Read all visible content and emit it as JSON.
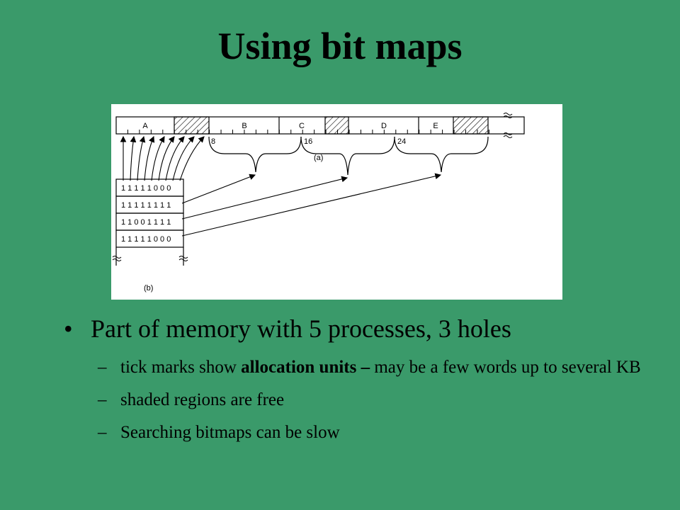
{
  "title": "Using bit maps",
  "figure": {
    "segments": [
      {
        "label": "A",
        "free": false
      },
      {
        "label": "",
        "free": true
      },
      {
        "label": "B",
        "free": false
      },
      {
        "label": "C",
        "free": false
      },
      {
        "label": "",
        "free": true
      },
      {
        "label": "D",
        "free": false
      },
      {
        "label": "E",
        "free": false
      },
      {
        "label": "",
        "free": true
      }
    ],
    "tick_labels": [
      "8",
      "16",
      "24"
    ],
    "caption_a": "(a)",
    "caption_b": "(b)",
    "bitmap_rows": [
      "1 1 1 1 1 0 0 0",
      "1 1 1 1 1 1 1 1",
      "1 1 0 0 1 1 1 1",
      "1 1 1 1 1 0 0 0"
    ]
  },
  "bullets": {
    "main": "Part of memory with 5 processes, 3 holes",
    "sub1_before": "tick marks show ",
    "sub1_bold": "allocation units –",
    "sub1_after": " may be a few words up to several KB",
    "sub2": "shaded regions are free",
    "sub3": "Searching bitmaps can be slow",
    "bullet_glyph": "•",
    "dash_glyph": "–"
  }
}
